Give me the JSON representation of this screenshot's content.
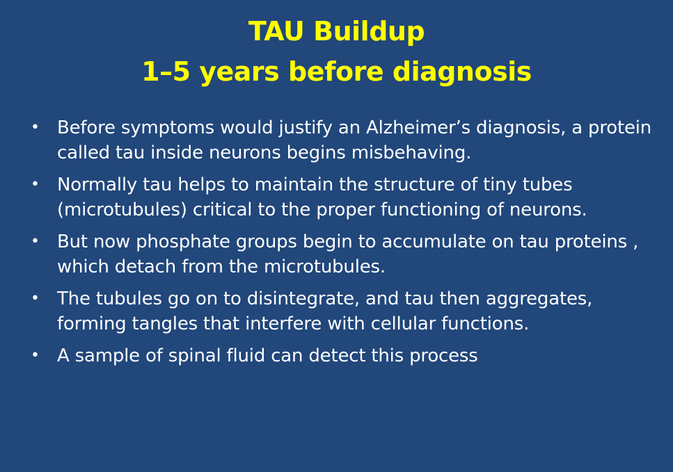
{
  "slide": {
    "title_line_1": "TAU Buildup",
    "title_line_2": "1–5 years before diagnosis",
    "bullet_icon": "bullet-dot",
    "colors": {
      "background": "#21477b",
      "title": "#ffff00",
      "body_text": "#ffffff"
    },
    "bullets": [
      {
        "text": "Before symptoms would justify an Alzheimer’s diagnosis, a protein called tau inside neurons begins misbehaving."
      },
      {
        "text": "Normally tau helps to maintain the structure of tiny tubes (microtubules) critical to the proper functioning of neurons."
      },
      {
        "text": "But now phosphate groups begin to accumulate on tau proteins , which detach from the microtubules."
      },
      {
        "text": "The tubules go on to disintegrate, and tau then aggregates, forming tangles that interfere with cellular functions."
      },
      {
        "text": "A sample of spinal fluid can detect this process"
      }
    ]
  }
}
